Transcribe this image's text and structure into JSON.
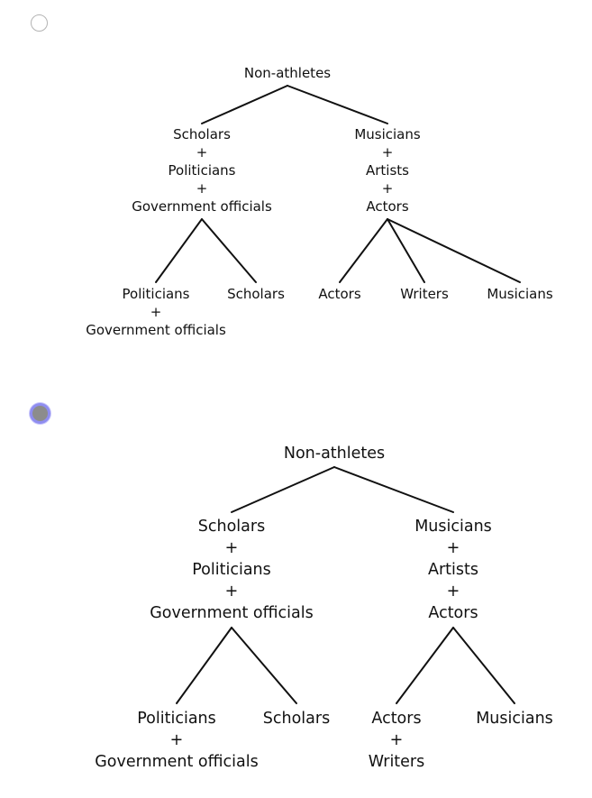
{
  "options": [
    {
      "selected": false,
      "root": "Non-athletes",
      "left_group": [
        "Scholars",
        "+",
        "Politicians",
        "+",
        "Government officials"
      ],
      "right_group": [
        "Musicians",
        "+",
        "Artists",
        "+",
        "Actors"
      ],
      "left_leaves": [
        [
          "Politicians",
          "+",
          "Government officials"
        ],
        [
          "Scholars"
        ]
      ],
      "right_leaves": [
        [
          "Actors"
        ],
        [
          "Writers"
        ],
        [
          "Musicians"
        ]
      ]
    },
    {
      "selected": true,
      "root": "Non-athletes",
      "left_group": [
        "Scholars",
        "+",
        "Politicians",
        "+",
        "Government officials"
      ],
      "right_group": [
        "Musicians",
        "+",
        "Artists",
        "+",
        "Actors"
      ],
      "left_leaves": [
        [
          "Politicians",
          "+",
          "Government officials"
        ],
        [
          "Scholars"
        ]
      ],
      "right_leaves": [
        [
          "Actors",
          "+",
          "Writers"
        ],
        [
          "Musicians"
        ]
      ]
    }
  ]
}
